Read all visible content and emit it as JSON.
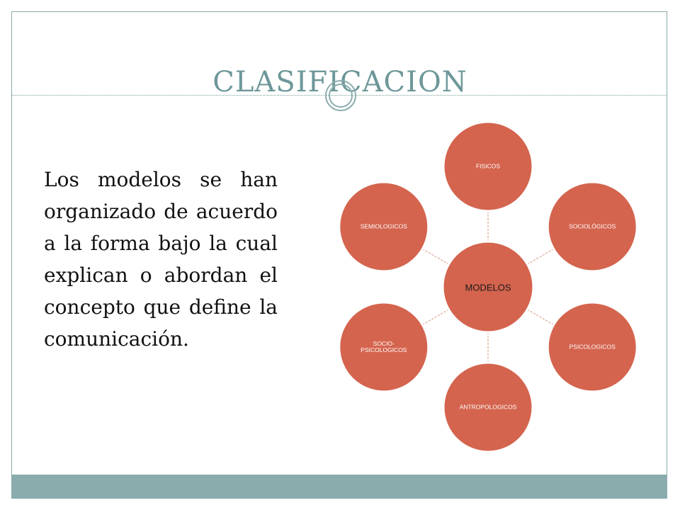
{
  "slide": {
    "title": "CLASIFICACION",
    "body": "Los modelos se han organizado de acuerdo a la forma bajo la cual explican o abordan el concepto que define la comunicación."
  },
  "diagram": {
    "center": "MODELOS",
    "nodes": [
      [
        "FISICOS"
      ],
      [
        "SOCIOLÓGICOS"
      ],
      [
        "PSICOLOGICOS"
      ],
      [
        "ANTROPOLOGICOS"
      ],
      [
        "SOCIO-",
        "PSICOLOGICOS"
      ],
      [
        "SEMIOLOGICOS"
      ]
    ],
    "colors": {
      "node_fill": "#d4644e",
      "node_stroke": "#ffffff",
      "center_fill": "#d4644e",
      "center_label": "#1a1a1a",
      "connector": "#d9a58f",
      "accent": "#6d9799",
      "band": "#8aacad"
    }
  }
}
